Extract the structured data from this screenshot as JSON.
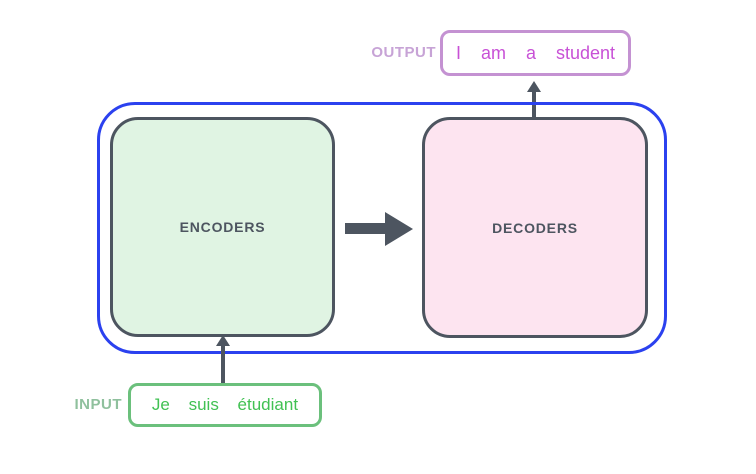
{
  "labels": {
    "output": "OUTPUT",
    "input": "INPUT"
  },
  "encoder": {
    "label": "ENCODERS"
  },
  "decoder": {
    "label": "DECODERS"
  },
  "output_sentence": {
    "text": "I am a student"
  },
  "input_sentence": {
    "text": "Je suis étudiant"
  },
  "icons": {
    "encoder_to_decoder": "arrow-right-icon",
    "decoder_to_output": "arrow-up-icon",
    "input_to_encoder": "arrow-up-icon"
  },
  "colors": {
    "container_border": "#2b41ef",
    "encoder_fill": "#e0f4e3",
    "decoder_fill": "#fde4f0",
    "box_border": "#4d5560",
    "arrow": "#4d5560",
    "output_border": "#c492d2",
    "output_text": "#c851d6",
    "output_label": "#c7a3d6",
    "input_border": "#6bc07c",
    "input_text": "#41c153",
    "input_label": "#8fc09d",
    "canvas_bg": "#ffffff"
  }
}
